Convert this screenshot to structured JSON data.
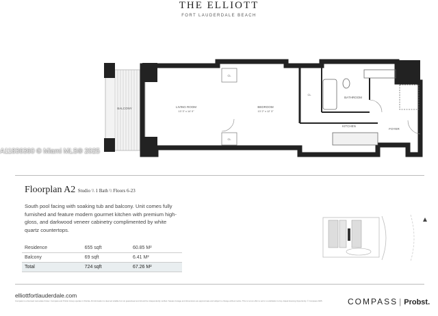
{
  "brand": {
    "name": "THE ELLIOTT",
    "location": "FORT LAUDERDALE BEACH"
  },
  "watermark": "A11836360 © Miami MLS® 2025",
  "floorplan": {
    "title": "Floorplan A2",
    "meta": "Studio \\\\ 1 Bath \\\\ Floors 6-23",
    "description": "South pool facing with soaking tub and balcony. Unit comes fully furnished and feature modern gourmet kitchen with premium high-gloss, and darkwood veneer cabinetry complimented by white quartz countertops.",
    "rooms": {
      "balcony": "BALCONY",
      "living": "LIVING ROOM",
      "living_dim": "13' 3\" x 14' 0\"",
      "bedroom": "BEDROOM",
      "bedroom_dim": "13' 2\" x 12' 3\"",
      "bathroom": "BATHROOM",
      "kitchen": "KITCHEN",
      "foyer": "FOYER",
      "cl1": "CL",
      "cl2": "CL",
      "cl3": "CL"
    },
    "area_table": [
      {
        "label": "Residence",
        "sqft": "655 sqft",
        "sqm": "60.85 M²"
      },
      {
        "label": "Balcony",
        "sqft": "69 sqft",
        "sqm": "6.41 M²"
      },
      {
        "label": "Total",
        "sqft": "724 sqft",
        "sqm": "67.26 M²"
      }
    ]
  },
  "footer": {
    "url": "elliottfortlauderdale.com",
    "legal": "Compass is a licensed real estate broker. Compass and Probst Group operate in Florida. All information is deemed reliable but not guaranteed and should be independently verified. Square footage and dimensions are approximate and subject to change without notice. This is not an offer to sell or a solicitation to buy. Equal Housing Opportunity. © Compass 2025.",
    "logo_compass": "COMPASS",
    "logo_sep": "|",
    "logo_partner": "Probst."
  }
}
